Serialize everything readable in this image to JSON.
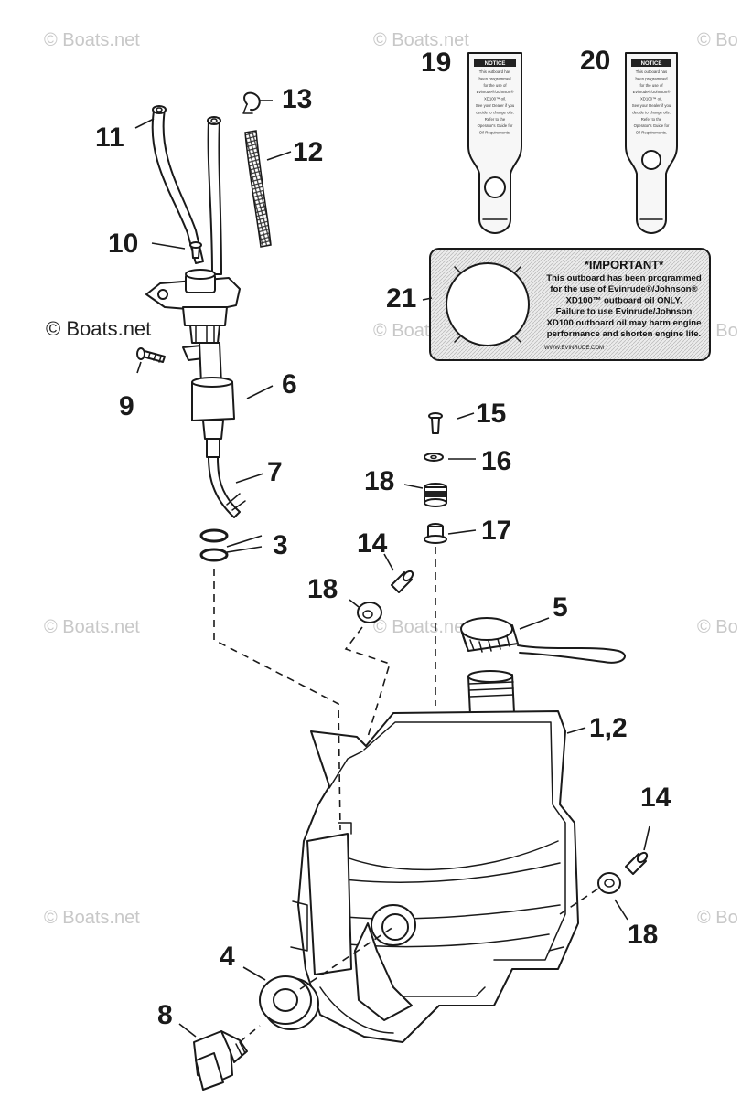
{
  "watermarks": {
    "boats_net": "© Boats.net",
    "boats_net_partial": "© Bo"
  },
  "callouts": {
    "p1_2": "1,2",
    "p3": "3",
    "p4": "4",
    "p5": "5",
    "p6": "6",
    "p7": "7",
    "p8": "8",
    "p9": "9",
    "p10": "10",
    "p11": "11",
    "p12": "12",
    "p13": "13",
    "p14a": "14",
    "p14b": "14",
    "p15": "15",
    "p16": "16",
    "p17": "17",
    "p18a": "18",
    "p18b": "18",
    "p18c": "18",
    "p19": "19",
    "p20": "20",
    "p21": "21"
  },
  "tag_labels": {
    "notice_title": "NOTICE",
    "notice_lines": [
      "This outboard has",
      "been programmed",
      "for the use of",
      "Evinrude®/Johnson®",
      "XD100™ oil.",
      "See your Dealer if you",
      "decide to change oils.",
      "Refer to the",
      "Operator's Guide for",
      "Oil Requirements."
    ]
  },
  "decal": {
    "title": "*IMPORTANT*",
    "lines": [
      "This outboard has been programmed",
      "for the use of Evinrude®/Johnson®",
      "XD100™ outboard oil ONLY.",
      "Failure to use Evinrude/Johnson",
      "XD100 outboard oil may harm engine",
      "performance and shorten engine life."
    ],
    "website": "WWW.EVINRUDE.COM"
  },
  "colors": {
    "line": "#1a1a1a",
    "watermark": "#c8c8c8",
    "decal_fill": "#e6e6e6"
  }
}
